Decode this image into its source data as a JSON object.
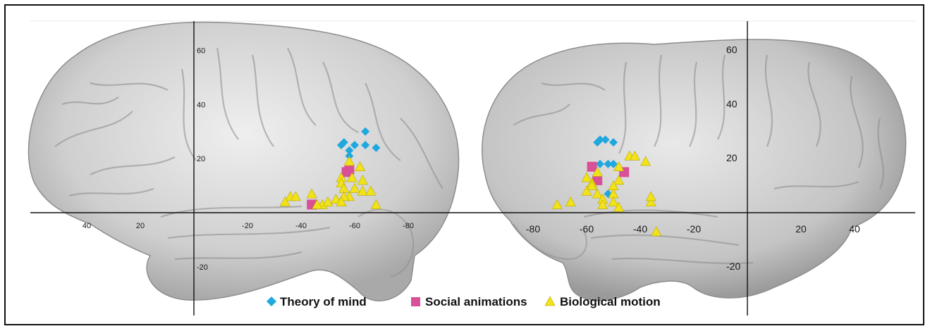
{
  "legend": [
    {
      "label": "Theory of mind",
      "marker": "diamond",
      "color": "#1fa8de"
    },
    {
      "label": "Social animations",
      "marker": "square",
      "color": "#d94f98"
    },
    {
      "label": "Biological motion",
      "marker": "triangle",
      "color": "#f2e21a"
    }
  ],
  "colors": {
    "theory_of_mind": "#1fa8de",
    "social_animations": "#d94f98",
    "biological_motion": "#f2e21a",
    "brain_surface": "#d9d9d9",
    "axis": "#111111"
  },
  "chart_data": [
    {
      "type": "scatter",
      "panel": "left-hemisphere",
      "x_ticks_left": [
        "40",
        "20"
      ],
      "x_ticks_right": [
        "-20",
        "-40",
        "-60",
        "-80"
      ],
      "y_ticks": [
        "60",
        "40",
        "20",
        "-20"
      ],
      "x_ticks_left_values": [
        40,
        20
      ],
      "x_ticks_right_values": [
        -20,
        -40,
        -60,
        -80
      ],
      "y_ticks_values": [
        60,
        40,
        20,
        -20
      ],
      "series": [
        {
          "name": "Theory of mind",
          "marker": "diamond",
          "points": [
            [
              -56,
              26
            ],
            [
              -55,
              25
            ],
            [
              -58,
              23
            ],
            [
              -60,
              25
            ],
            [
              -64,
              30
            ],
            [
              -64,
              25
            ],
            [
              -68,
              24
            ],
            [
              -58,
              21
            ]
          ]
        },
        {
          "name": "Social animations",
          "marker": "square",
          "points": [
            [
              -57,
              15
            ],
            [
              -58,
              16
            ],
            [
              -44,
              3
            ]
          ]
        },
        {
          "name": "Biological motion",
          "marker": "triangle",
          "points": [
            [
              -58,
              19
            ],
            [
              -62,
              17
            ],
            [
              -55,
              13
            ],
            [
              -55,
              11
            ],
            [
              -56,
              9
            ],
            [
              -60,
              9
            ],
            [
              -63,
              12
            ],
            [
              -59,
              13
            ],
            [
              -58,
              6
            ],
            [
              -63,
              8
            ],
            [
              -66,
              8
            ],
            [
              -48,
              3
            ],
            [
              -50,
              4
            ],
            [
              -53,
              5
            ],
            [
              -56,
              6
            ],
            [
              -36,
              6
            ],
            [
              -44,
              7
            ],
            [
              -55,
              4
            ],
            [
              -34,
              4
            ],
            [
              -68,
              3
            ],
            [
              -38,
              6
            ],
            [
              -46,
              3
            ]
          ]
        }
      ]
    },
    {
      "type": "scatter",
      "panel": "right-hemisphere",
      "x_ticks_left": [
        "-80",
        "-60",
        "-40",
        "-20"
      ],
      "x_ticks_right": [
        "20",
        "40"
      ],
      "y_ticks": [
        "60",
        "40",
        "20",
        "-20"
      ],
      "x_ticks_left_values": [
        -80,
        -60,
        -40,
        -20
      ],
      "x_ticks_right_values": [
        20,
        40
      ],
      "y_ticks_values": [
        60,
        40,
        20,
        -20
      ],
      "series": [
        {
          "name": "Theory of mind",
          "marker": "diamond",
          "points": [
            [
              -56,
              26
            ],
            [
              -53,
              27
            ],
            [
              -55,
              27
            ],
            [
              -50,
              26
            ],
            [
              -55,
              18
            ],
            [
              -52,
              18
            ],
            [
              -50,
              18
            ],
            [
              -52,
              7
            ]
          ]
        },
        {
          "name": "Social animations",
          "marker": "square",
          "points": [
            [
              -58,
              17
            ],
            [
              -56,
              12
            ],
            [
              -46,
              15
            ]
          ]
        },
        {
          "name": "Biological motion",
          "marker": "triangle",
          "points": [
            [
              -44,
              21
            ],
            [
              -42,
              21
            ],
            [
              -38,
              19
            ],
            [
              -48,
              17
            ],
            [
              -56,
              15
            ],
            [
              -60,
              13
            ],
            [
              -58,
              11
            ],
            [
              -48,
              12
            ],
            [
              -60,
              8
            ],
            [
              -56,
              7
            ],
            [
              -50,
              7
            ],
            [
              -54,
              5
            ],
            [
              -50,
              4
            ],
            [
              -66,
              4
            ],
            [
              -71,
              3
            ],
            [
              -54,
              3
            ],
            [
              -36,
              4
            ],
            [
              -48,
              2
            ],
            [
              -36,
              6
            ],
            [
              -34,
              -7
            ],
            [
              -58,
              10
            ],
            [
              -50,
              10
            ]
          ]
        }
      ]
    }
  ]
}
